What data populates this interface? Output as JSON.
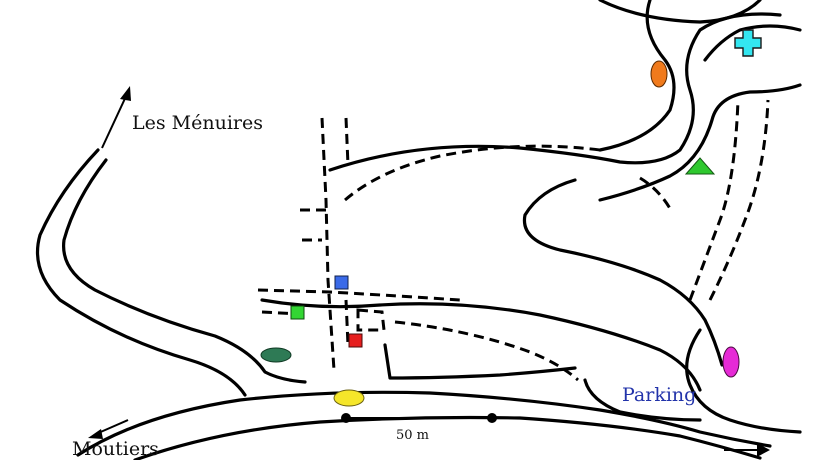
{
  "labels": {
    "les_menuires": "Les  Ménuires",
    "moutiers": "Moutiers",
    "parking": "Parking"
  },
  "scale_bar": {
    "label": "50 m"
  },
  "markers": [
    {
      "name": "pharmacy-cross",
      "shape": "cross",
      "color": "#33e6f0"
    },
    {
      "name": "orange-oval",
      "shape": "ellipse",
      "color": "#f07a1c"
    },
    {
      "name": "green-triangle",
      "shape": "triangle",
      "color": "#2ec82e"
    },
    {
      "name": "blue-square",
      "shape": "square",
      "color": "#3a6ae8"
    },
    {
      "name": "green-square",
      "shape": "square",
      "color": "#33d633"
    },
    {
      "name": "red-square",
      "shape": "square",
      "color": "#e61e1e"
    },
    {
      "name": "dark-green-oval",
      "shape": "ellipse",
      "color": "#2e7a55"
    },
    {
      "name": "yellow-oval",
      "shape": "ellipse",
      "color": "#f5e62a"
    },
    {
      "name": "magenta-oval",
      "shape": "ellipse",
      "color": "#e62ad6"
    }
  ],
  "colors": {
    "parking_text": "#2233aa",
    "ink": "#000000"
  }
}
